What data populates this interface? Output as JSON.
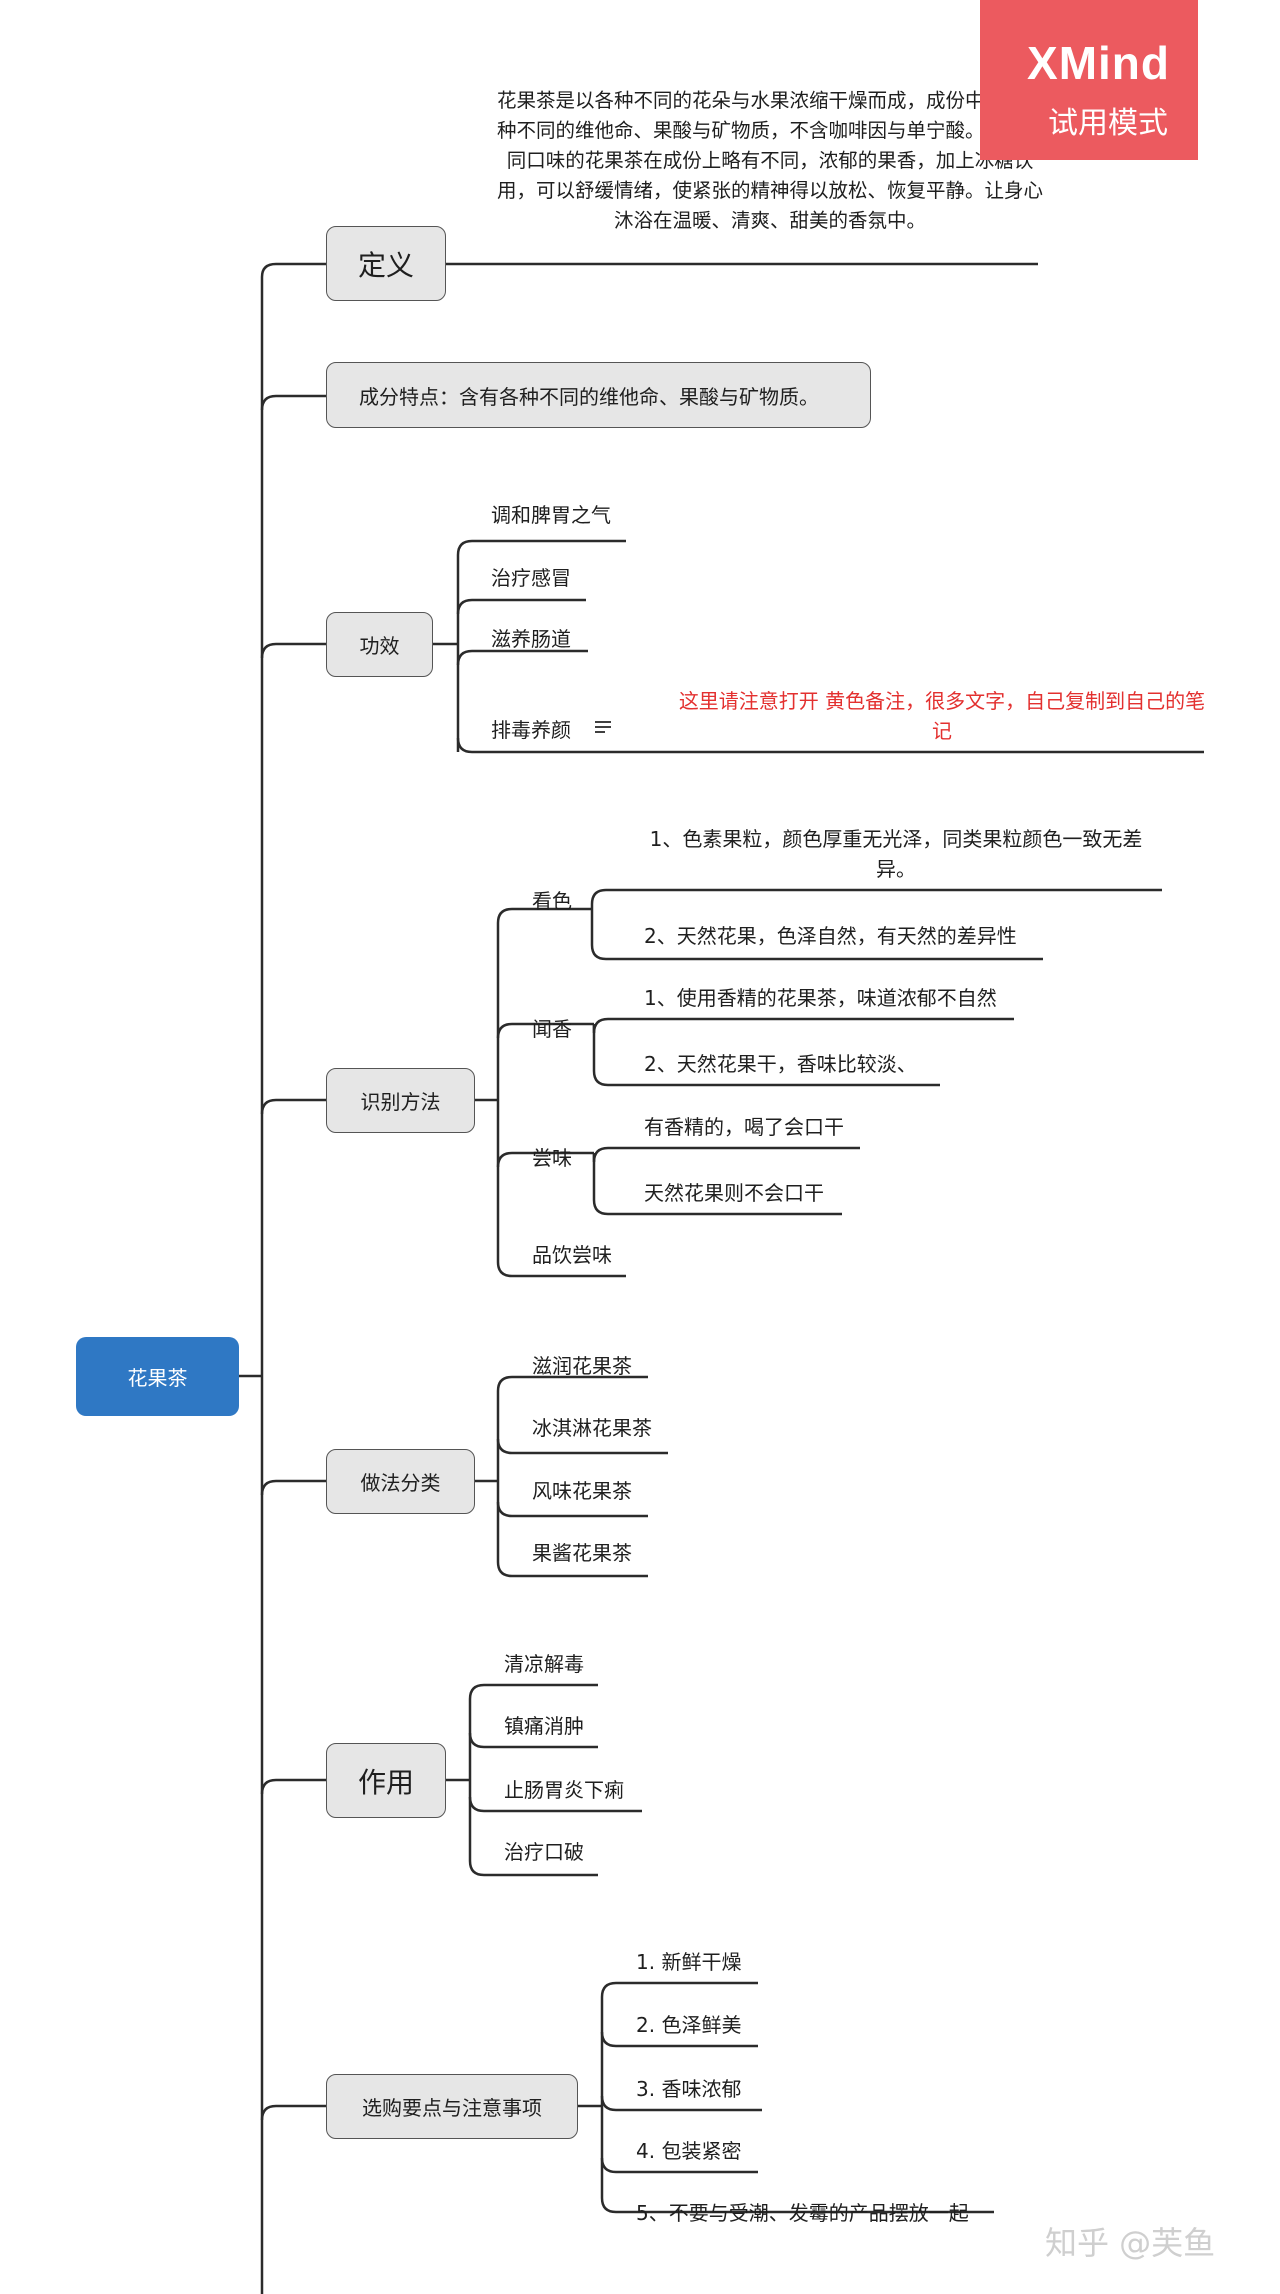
{
  "root": "花果茶",
  "definition": {
    "label": "定义",
    "text": "花果茶是以各种不同的花朵与水果浓缩干燥而成，成份中含有各种不同的维他命、果酸与矿物质，不含咖啡因与单宁酸。各种不同口味的花果茶在成份上略有不同，浓郁的果香，加上冰糖饮用，可以舒缓情绪，使紧张的精神得以放松、恢复平静。让身心沐浴在温暖、清爽、甜美的香氛中。"
  },
  "ingredients": {
    "label": "成分特点：含有各种不同的维他命、果酸与矿物质。"
  },
  "efficacy": {
    "label": "功效",
    "items": [
      "调和脾胃之气",
      "治疗感冒",
      "滋养肠道",
      "排毒养颜"
    ],
    "note": "这里请注意打开 黄色备注，很多文字，自己复制到自己的笔记"
  },
  "identify": {
    "label": "识别方法",
    "look": {
      "label": "看色",
      "items": [
        "1、色素果粒，颜色厚重无光泽，同类果粒颜色一致无差异。",
        "2、天然花果，色泽自然，有天然的差异性"
      ]
    },
    "smell": {
      "label": "闻香",
      "items": [
        "1、使用香精的花果茶，味道浓郁不自然",
        "2、天然花果干，香味比较淡、"
      ]
    },
    "taste": {
      "label": "尝味",
      "items": [
        "有香精的，喝了会口干",
        "天然花果则不会口干"
      ]
    },
    "drink": {
      "label": "品饮尝味"
    }
  },
  "recipes": {
    "label": "做法分类",
    "items": [
      "滋润花果茶",
      "冰淇淋花果茶",
      "风味花果茶",
      "果酱花果茶"
    ]
  },
  "effects": {
    "label": "作用",
    "items": [
      "清凉解毒",
      "镇痛消肿",
      "止肠胃炎下痢",
      "治疗口破"
    ]
  },
  "buying": {
    "label": "选购要点与注意事项",
    "items": [
      "1.  新鲜干燥",
      "2.  色泽鲜美",
      "3.  香味浓郁",
      "4.  包装紧密",
      "5、不要与受潮、发霉的产品摆放一起"
    ]
  },
  "watermark": {
    "brand": "XMind",
    "mode": "试用模式"
  },
  "credit": "知乎 @芙鱼",
  "colors": {
    "root": "#2f78c4",
    "note": "#e3302f",
    "watermark": "#ec5a5f",
    "node": "#e6e6e6"
  }
}
